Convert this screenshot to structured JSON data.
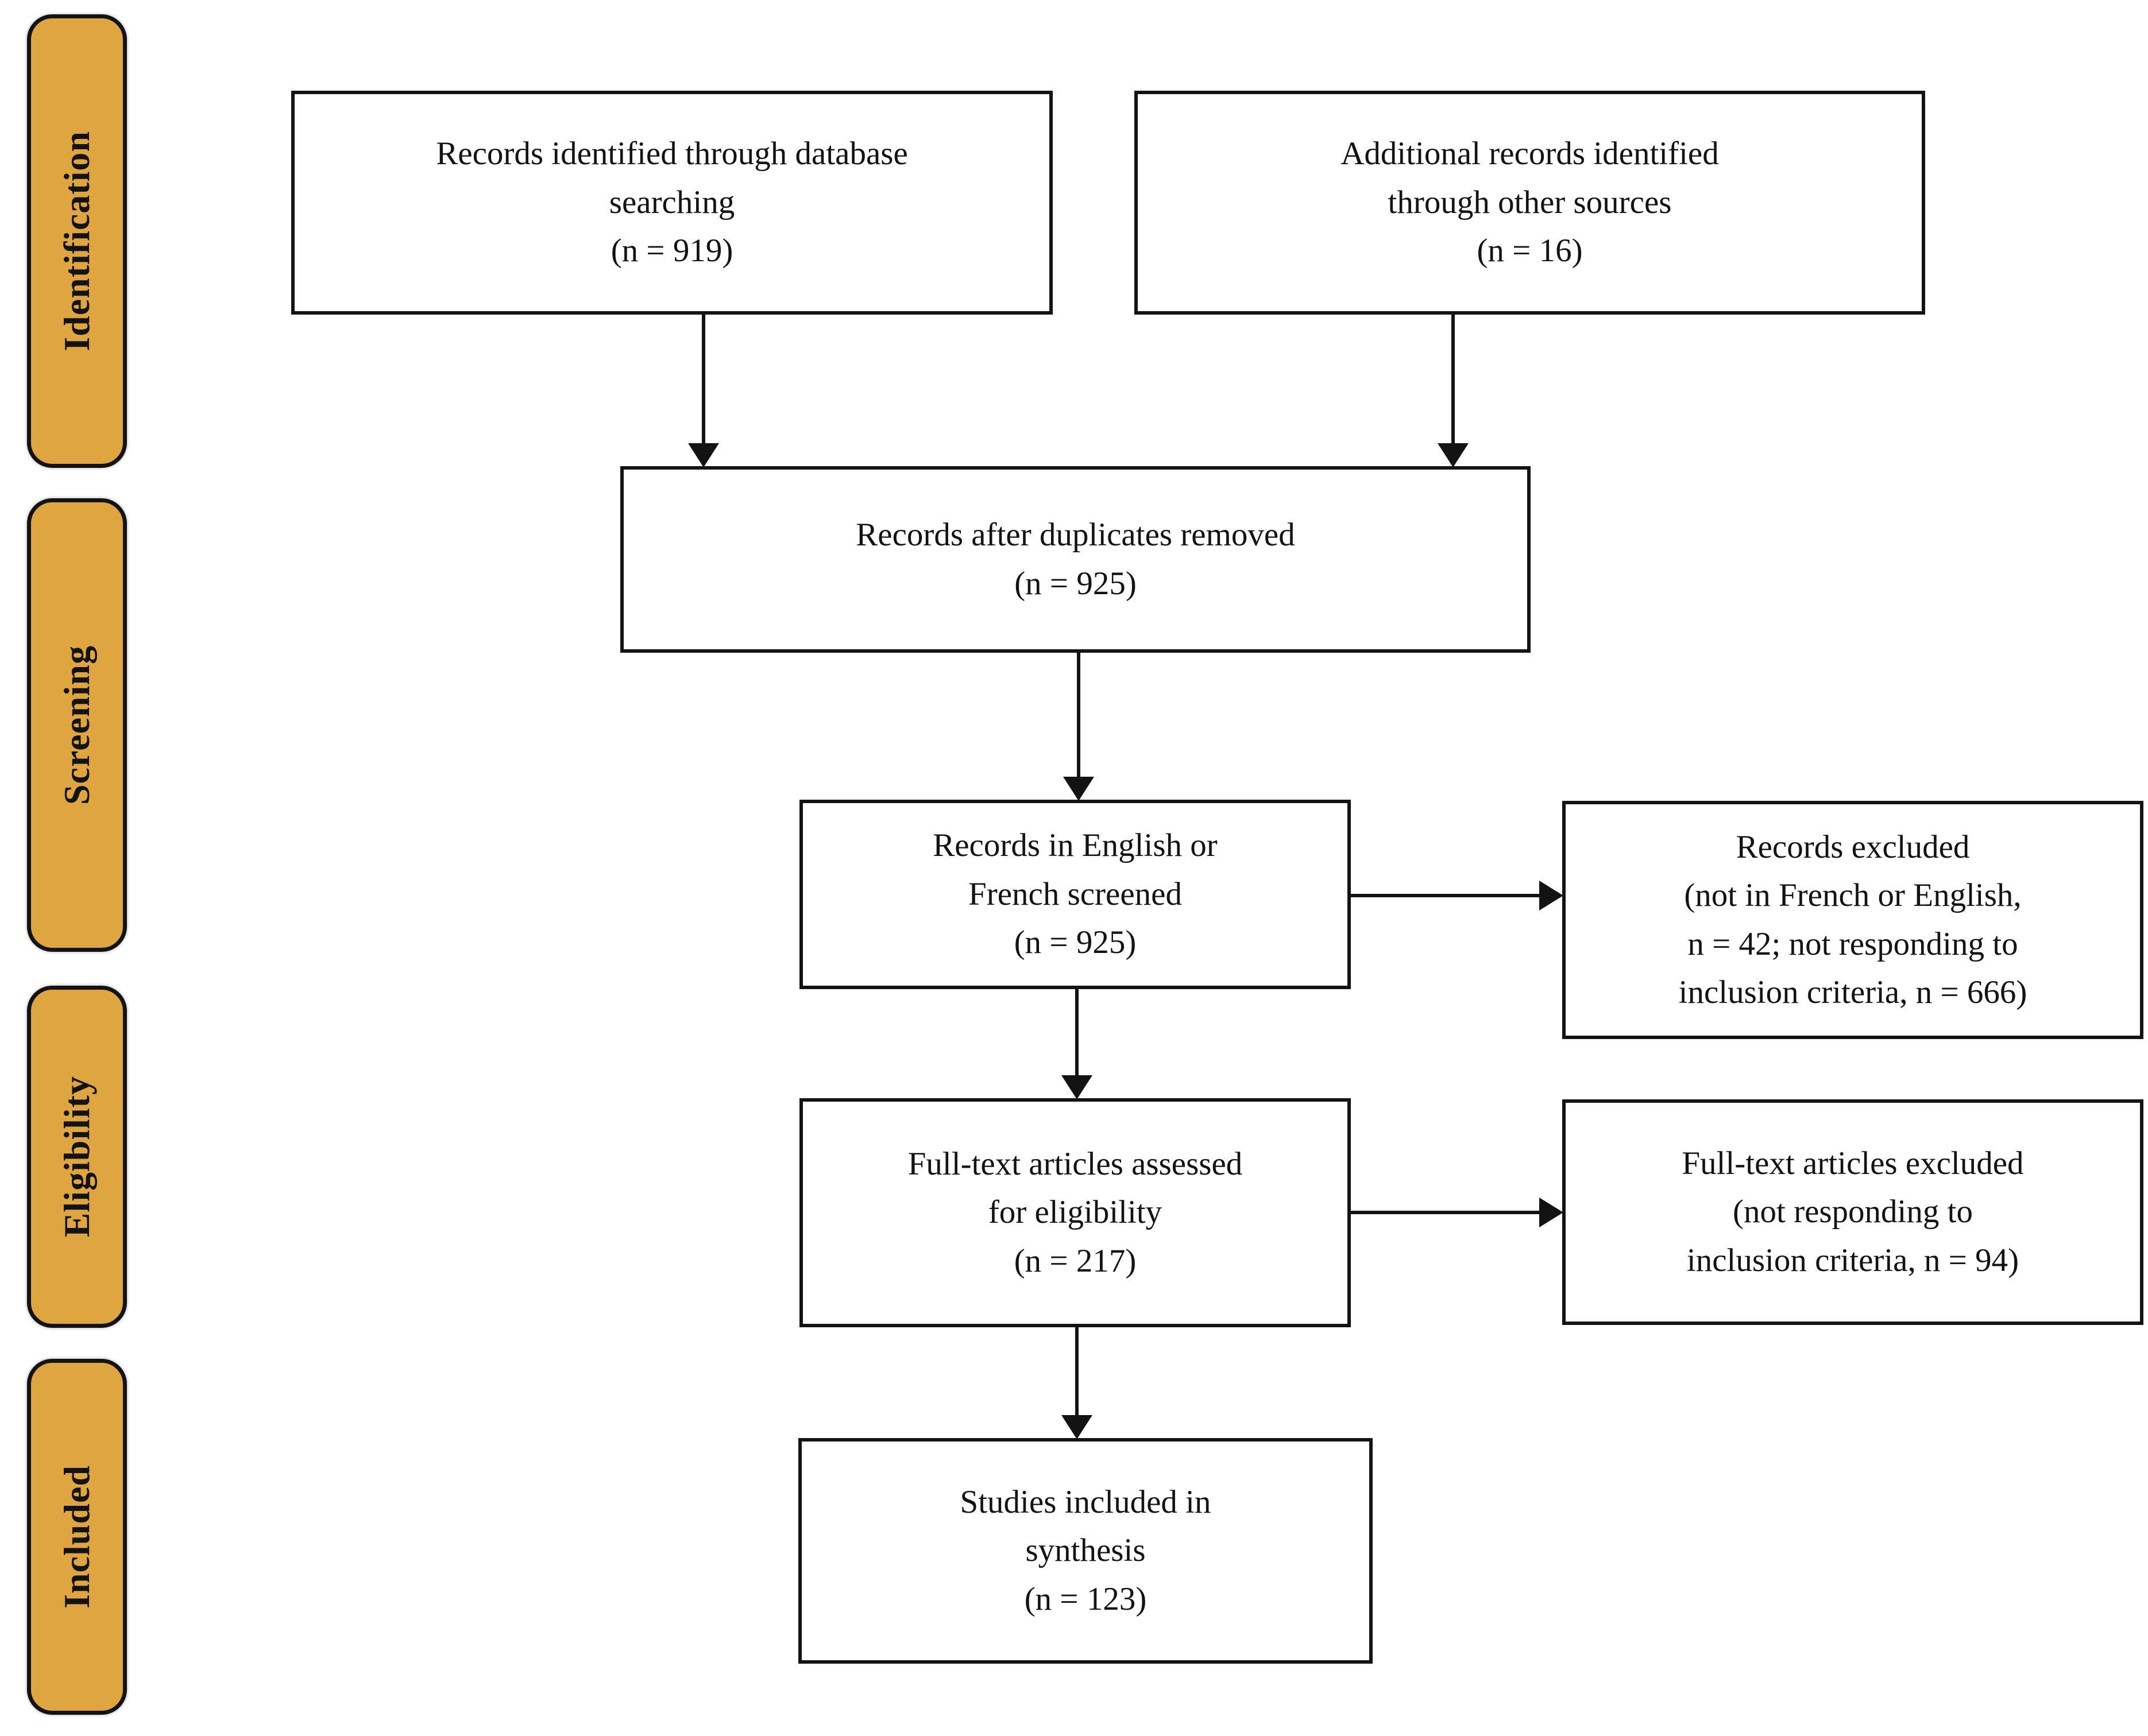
{
  "figure": {
    "type": "prisma-flow-diagram",
    "colors": {
      "stage_fill": "#dea541",
      "stage_border": "#131313",
      "box_fill": "#ffffff",
      "box_border": "#131313",
      "text": "#131313",
      "background": "#ffffff"
    },
    "stages": [
      {
        "id": "identification",
        "label": "Identification"
      },
      {
        "id": "screening",
        "label": "Screening"
      },
      {
        "id": "eligibility",
        "label": "Eligibility"
      },
      {
        "id": "included",
        "label": "Included"
      }
    ],
    "boxes": {
      "db_search": {
        "lines": [
          "Records identified through database",
          "searching",
          "(n = 919)"
        ],
        "n": 919
      },
      "other_sources": {
        "lines": [
          "Additional records identified",
          "through other sources",
          "(n = 16)"
        ],
        "n": 16
      },
      "after_duplicates": {
        "lines": [
          "Records after duplicates removed",
          "(n = 925)"
        ],
        "n": 925
      },
      "screened": {
        "lines": [
          "Records in English or",
          "French screened",
          "(n = 925)"
        ],
        "n": 925
      },
      "records_excluded": {
        "lines": [
          "Records excluded",
          "(not in French or English,",
          "n = 42; not responding to",
          "inclusion criteria, n = 666)"
        ],
        "n_not_french_english": 42,
        "n_not_inclusion": 666
      },
      "fulltext_assessed": {
        "lines": [
          "Full-text articles assessed",
          "for eligibility",
          "(n = 217)"
        ],
        "n": 217
      },
      "fulltext_excluded": {
        "lines": [
          "Full-text articles excluded",
          "(not responding to",
          "inclusion criteria, n = 94)"
        ],
        "n": 94
      },
      "included_synthesis": {
        "lines": [
          "Studies included in",
          "synthesis",
          "(n = 123)"
        ],
        "n": 123
      }
    }
  }
}
